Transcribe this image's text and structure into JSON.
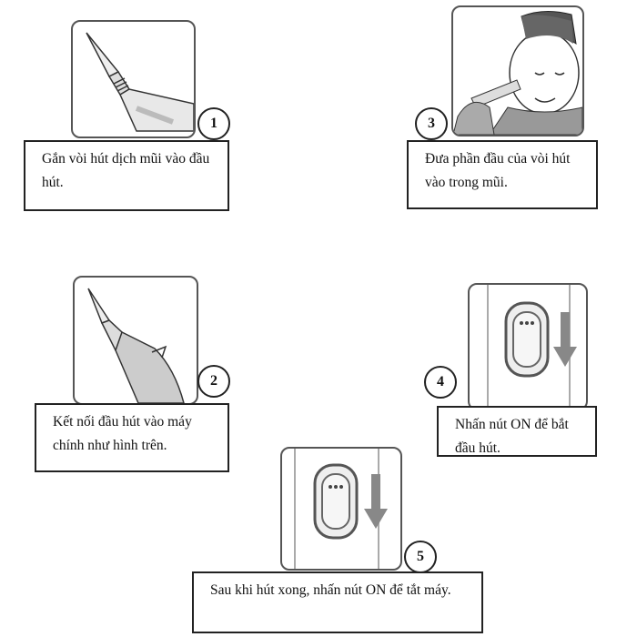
{
  "steps": [
    {
      "number": "1",
      "text": "Gắn vòi hút dịch mũi vào đầu hút."
    },
    {
      "number": "3",
      "text": "Đưa phần đầu của vòi hút vào trong mũi."
    },
    {
      "number": "2",
      "text": "Kết nối đầu hút vào máy chính như hình trên."
    },
    {
      "number": "4",
      "text": "Nhấn nút ON để bắt đầu hút."
    },
    {
      "number": "5",
      "text": "Sau khi hút xong, nhấn nút ON để tắt máy."
    }
  ],
  "icons": [
    "nozzle-tip-illustration",
    "child-nose-illustration",
    "nozzle-attach-illustration",
    "on-button-press-illustration",
    "on-button-release-illustration"
  ]
}
